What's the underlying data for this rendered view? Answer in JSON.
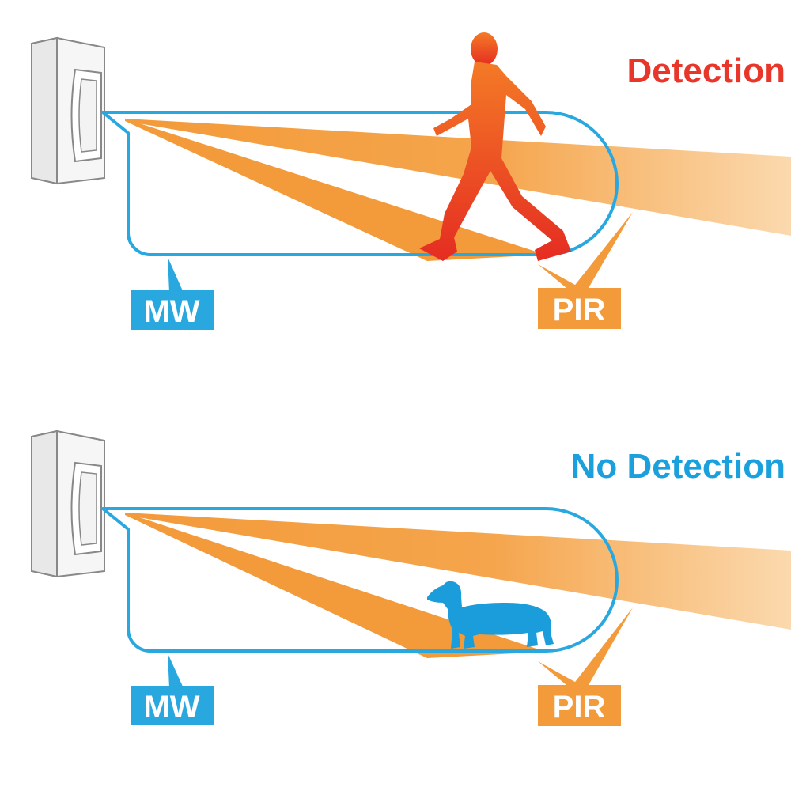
{
  "scenes": [
    {
      "status": "Detection",
      "status_color": "#e8362a",
      "subject": "person-icon",
      "mw_label": "MW",
      "pir_label": "PIR"
    },
    {
      "status": "No Detection",
      "status_color": "#1aa0dc",
      "subject": "dog-icon",
      "mw_label": "MW",
      "pir_label": "PIR"
    }
  ],
  "colors": {
    "mw": "#29a8e0",
    "pir": "#f39a3a",
    "person_top": "#f26a24",
    "person_bottom": "#e52c22",
    "dog": "#1c9ddb"
  }
}
